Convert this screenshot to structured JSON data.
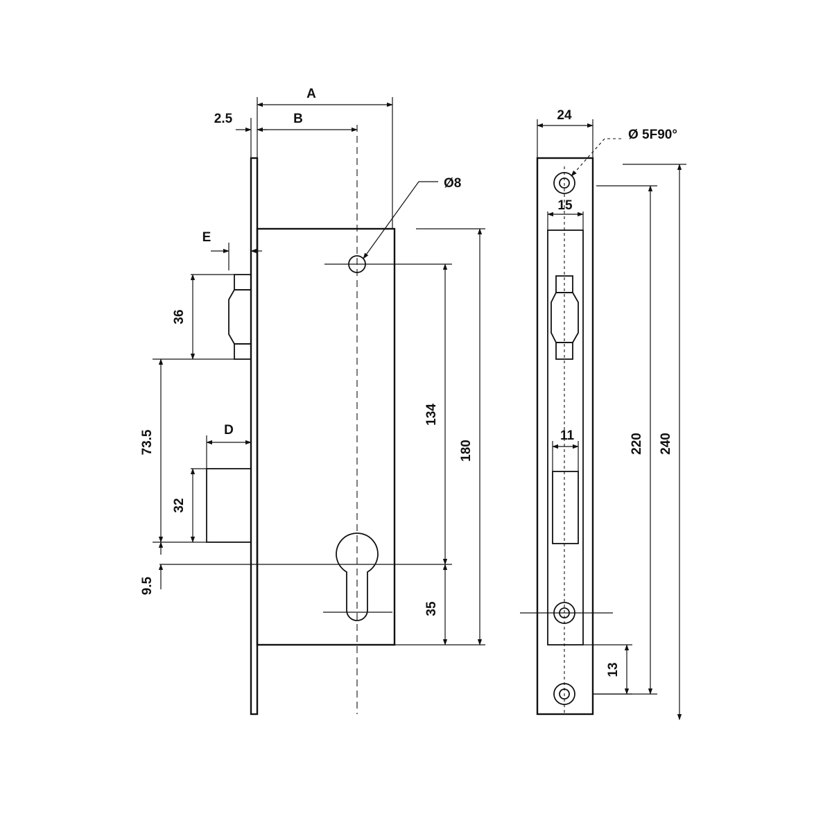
{
  "labels": {
    "dim_a": "A",
    "dim_b": "B",
    "dim_2_5": "2.5",
    "dim_e": "E",
    "dim_36": "36",
    "dim_73_5": "73.5",
    "dim_d": "D",
    "dim_32": "32",
    "dim_9_5": "9.5",
    "dim_134": "134",
    "dim_180": "180",
    "dim_35": "35",
    "hole_dia": "Ø8",
    "dim_24": "24",
    "screw_spec": "Ø 5F90°",
    "dim_15": "15",
    "dim_11": "11",
    "dim_220": "220",
    "dim_240": "240",
    "dim_13": "13"
  }
}
